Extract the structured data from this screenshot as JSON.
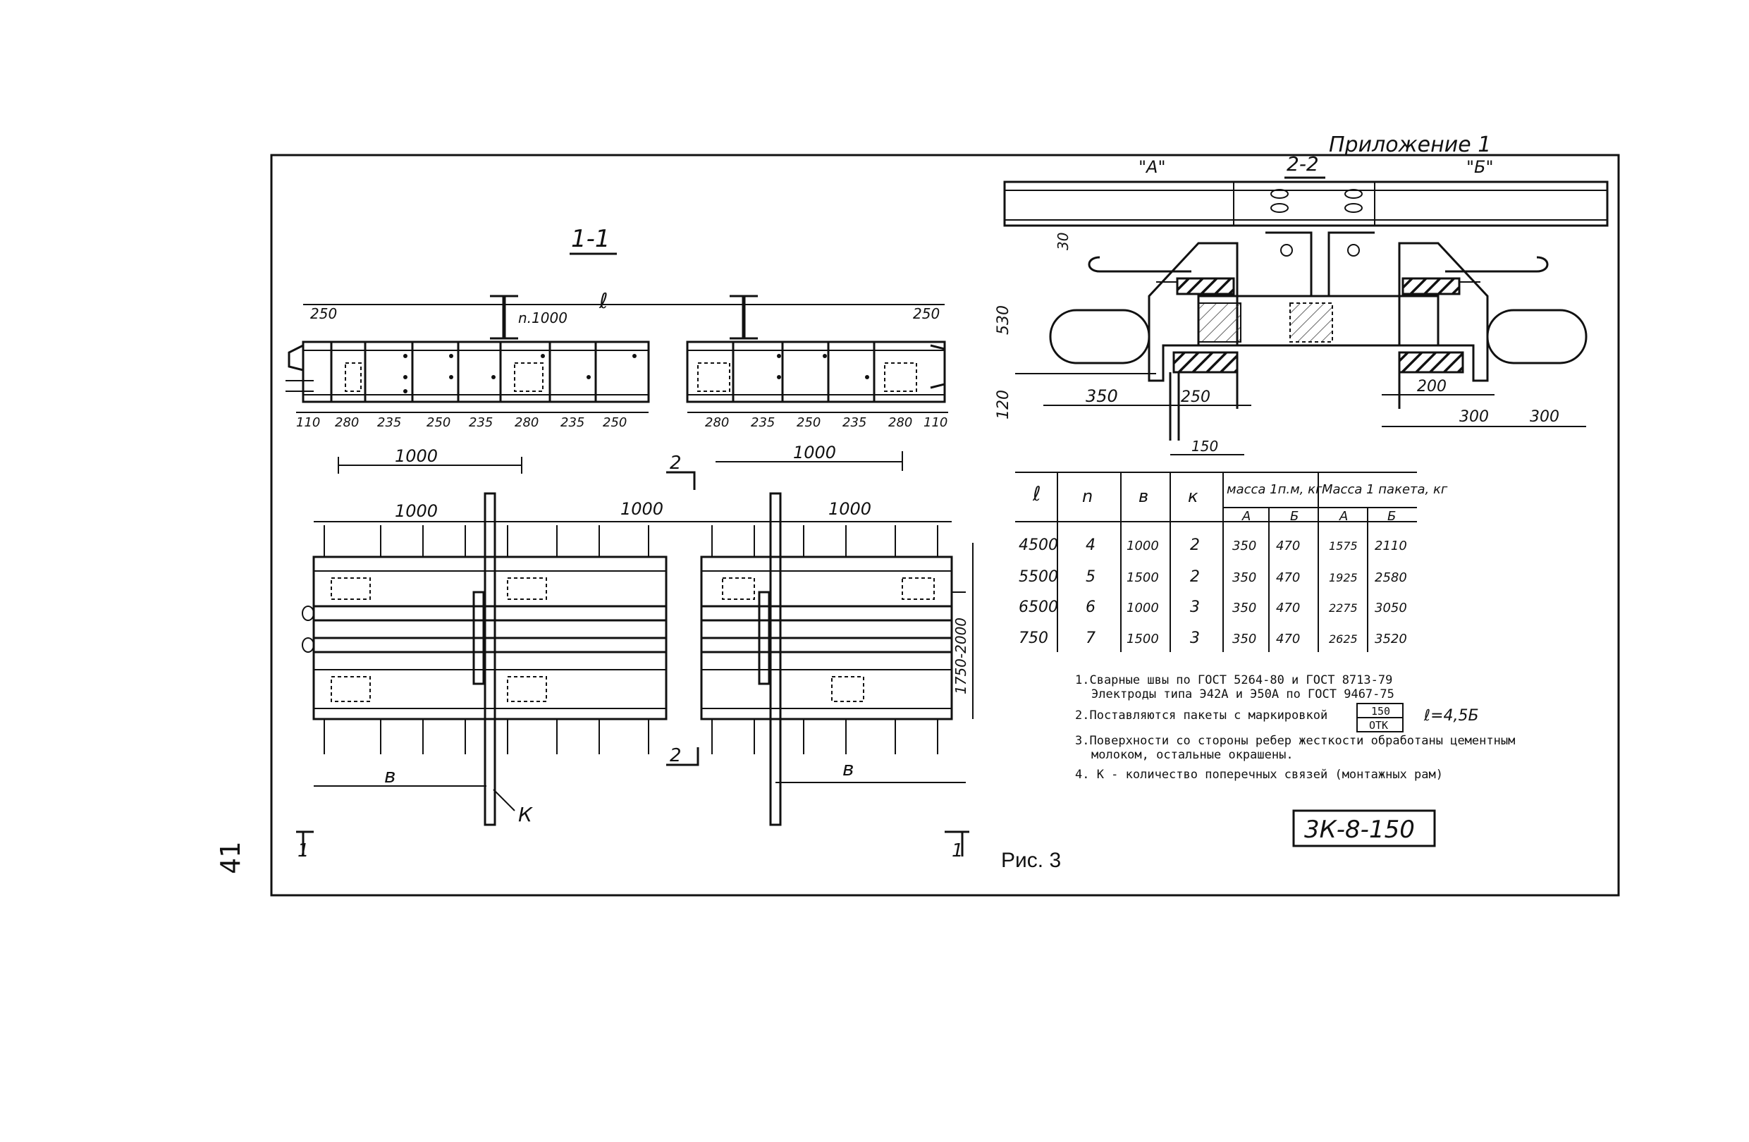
{
  "header": {
    "appendix": "Приложение 1",
    "page_number": "41",
    "figure_caption": "Рис. 3",
    "stamp": "3К-8-150"
  },
  "section_1_1": {
    "title": "1-1",
    "top_dims": {
      "left": "250",
      "span": "ℓ",
      "beam": "n.1000",
      "right": "250"
    },
    "bottom_dims_left": [
      "110",
      "280",
      "235",
      "250",
      "235",
      "280",
      "235",
      "250"
    ],
    "bottom_dims_right": [
      "280",
      "235",
      "250",
      "235",
      "280",
      "110"
    ],
    "pitch_left": "1000",
    "pitch_right": "1000"
  },
  "plan_view": {
    "dims_top": [
      "1000",
      "1000",
      "1000"
    ],
    "width_label": "1750-2000",
    "b_left": "в",
    "b_right": "в",
    "k_label": "К",
    "cut_mark": "2",
    "section_mark": "1"
  },
  "section_2_2": {
    "title": "2-2",
    "label_a": "\"А\"",
    "label_b": "\"Б\"",
    "dims": {
      "d30": "30",
      "d530": "530",
      "d120": "120",
      "d350": "350",
      "d250": "250",
      "d150": "150",
      "d200": "200",
      "d300a": "300",
      "d300b": "300"
    }
  },
  "table": {
    "headers": [
      "ℓ",
      "n",
      "в",
      "к",
      "масса 1п.м, кг",
      "Масса 1 пакета, кг"
    ],
    "sub_headers": [
      "А",
      "Б",
      "А",
      "Б"
    ],
    "rows": [
      [
        "4500",
        "4",
        "1000",
        "2",
        "350",
        "470",
        "1575",
        "2110"
      ],
      [
        "5500",
        "5",
        "1500",
        "2",
        "350",
        "470",
        "1925",
        "2580"
      ],
      [
        "6500",
        "6",
        "1000",
        "3",
        "350",
        "470",
        "2275",
        "3050"
      ],
      [
        "750",
        "7",
        "1500",
        "3",
        "350",
        "470",
        "2625",
        "3520"
      ]
    ]
  },
  "notes": [
    "1.Сварные швы по ГОСТ 5264-80 и ГОСТ 8713-79",
    "Электроды типа Э42А и Э50А по ГОСТ 9467-75",
    "2.Поставляются пакеты с маркировкой",
    "3.Поверхности со стороны ребер жесткости обработаны цементным",
    "молоком, остальные окрашены.",
    "4. К - количество поперечных связей (монтажных рам)"
  ],
  "marking": {
    "top": "150",
    "bottom": "ОТК",
    "length": "ℓ=4,5Б"
  }
}
